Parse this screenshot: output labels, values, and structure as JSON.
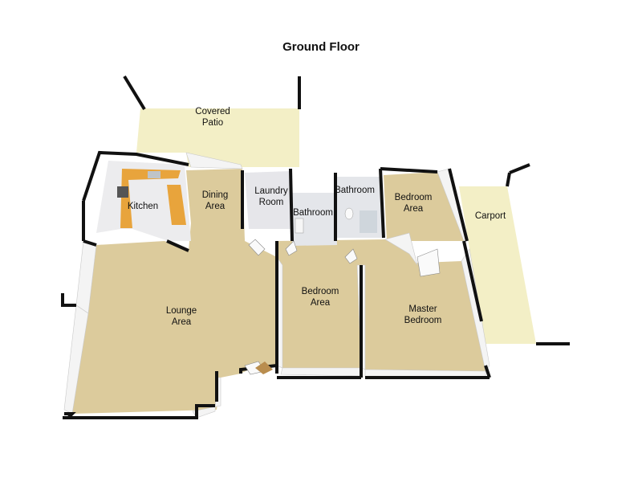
{
  "plan": {
    "title": "Ground Floor",
    "rooms": {
      "covered_patio": [
        "Covered",
        "Patio"
      ],
      "kitchen": [
        "Kitchen"
      ],
      "dining_area": [
        "Dining",
        "Area"
      ],
      "laundry_room": [
        "Laundry",
        "Room"
      ],
      "bathroom_1": [
        "Bathroom"
      ],
      "bathroom_2": [
        "Bathroom"
      ],
      "bedroom_area_1": [
        "Bedroom",
        "Area"
      ],
      "carport": [
        "Carport"
      ],
      "lounge_area": [
        "Lounge",
        "Area"
      ],
      "bedroom_area_2": [
        "Bedroom",
        "Area"
      ],
      "master_bedroom": [
        "Master",
        "Bedroom"
      ]
    }
  },
  "colors": {
    "carpet": "#dccb9c",
    "patio": "#f3efc6",
    "tile": "#ececee",
    "wall_top": "#111111",
    "wall_face": "#f4f4f4",
    "counter": "#e8a43c"
  }
}
